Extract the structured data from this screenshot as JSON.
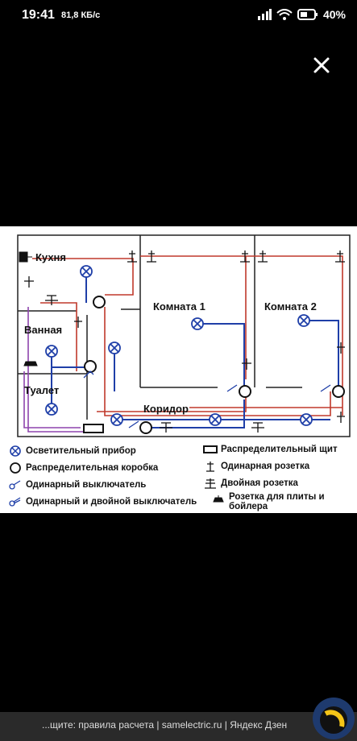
{
  "status": {
    "time": "19:41",
    "speed": "81,8 КБ/с",
    "battery": "40%",
    "signal_icon": "signal-icon",
    "wifi_icon": "wifi-icon",
    "battery_icon": "battery-icon"
  },
  "viewer": {
    "close_icon": "close-icon"
  },
  "diagram": {
    "rooms": {
      "kitchen": "Кухня",
      "bathroom": "Ванная",
      "toilet": "Туалет",
      "room1": "Комната 1",
      "room2": "Комната 2",
      "corridor": "Коридор"
    },
    "legend": {
      "lighting": "Осветительный прибор",
      "junction_box": "Распределительная коробка",
      "single_switch": "Одинарный выключатель",
      "single_double_switch": "Одинарный и двойной выключатель",
      "panel": "Распределительный щит",
      "single_socket": "Одинарная розетка",
      "double_socket": "Двойная розетка",
      "stove_socket": "Розетка для плиты и бойлера"
    },
    "colors": {
      "wire_red": "#c0392b",
      "wire_blue": "#1f3fa8",
      "wire_purple": "#8e44ad",
      "wall": "#222222"
    }
  },
  "footer": {
    "source_text": "...щите: правила расчета | samelectric.ru | Яндекс Дзен",
    "logo_icon": "zen-logo-icon"
  }
}
